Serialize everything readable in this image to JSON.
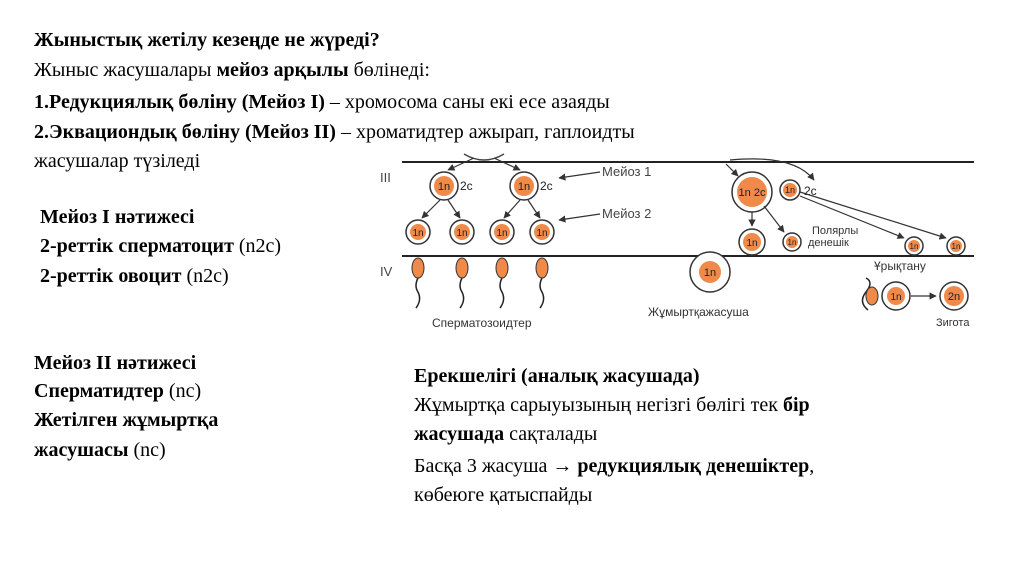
{
  "intro": {
    "question": "Жыныстық жетілу кезеңде не жүреді?",
    "line2_a": "Жыныс жасушалары ",
    "line2_b": "мейоз арқылы",
    "line2_c": " бөлінеді:",
    "line3_a": "1.Редукциялық бөліну (Мейоз I)",
    "line3_b": " – хромосома саны екі есе азаяды",
    "line4_a": "2.Эквациондық бөліну (Мейоз II)",
    "line4_b": " – хроматидтер ажырап, гаплоидты",
    "line5": "жасушалар түзіледі"
  },
  "meiosis1": {
    "title": "Мейоз I нәтижесі",
    "item1_a": "2-реттік сперматоцит",
    "item1_b": " (n2c)",
    "item2_a": "2-реттік овоцит",
    "item2_b": " (n2c)"
  },
  "meiosis2": {
    "title": "Мейоз II нәтижесі",
    "item1_a": "Сперматидтер",
    "item1_b": " (nc)",
    "item2_a": "Жетілген жұмыртқа",
    "item2_b": "жасушасы",
    "item2_c": " (nc)"
  },
  "feature": {
    "title": "Ерекшелігі (аналық жасушада)",
    "line1_a": "Жұмыртқа сарыуызының негізгі бөлігі тек ",
    "line1_b": "бір",
    "line2_a": "жасушада",
    "line2_b": " сақталады",
    "line3_a": "Басқа 3 жасуша → ",
    "line3_b": "редукциялық денешіктер",
    "line3_c": ",",
    "line4": "көбеюге қатыспайды"
  },
  "diagram": {
    "stage_iii": "III",
    "stage_iv": "IV",
    "meiosis1_label": "Мейоз 1",
    "meiosis2_label": "Мейоз 2",
    "cell_1n": "1n",
    "label_2c": "2c",
    "label_1n2c": "1n 2c",
    "label_2n": "2n",
    "polar_line1": "Полярлы",
    "polar_line2": "денешік",
    "fertilization": "Ұрықтану",
    "sperm_label": "Сперматозоидтер",
    "egg_label": "Жұмыртқажасуша",
    "zygote_label": "Зигота",
    "colors": {
      "orange": "#ef8a4a",
      "gray": "#555555"
    }
  }
}
